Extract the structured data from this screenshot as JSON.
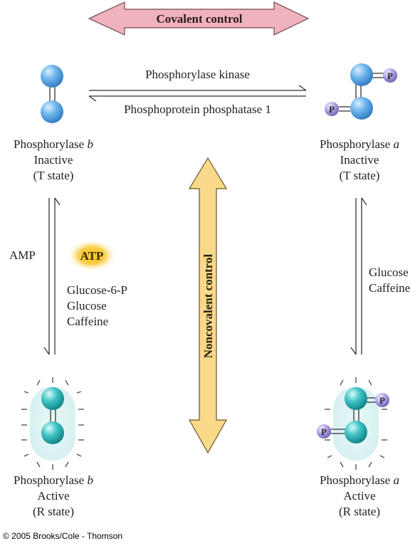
{
  "banner": {
    "covalent_label": "Covalent control",
    "noncovalent_label": "Noncovalent control"
  },
  "top_reaction": {
    "forward_label": "Phosphorylase kinase",
    "reverse_label": "Phosphoprotein phosphatase 1"
  },
  "states": {
    "b_inactive": {
      "name": "Phosphorylase",
      "letter": "b",
      "line2": "Inactive",
      "line3": "(T state)"
    },
    "a_inactive": {
      "name": "Phosphorylase",
      "letter": "a",
      "line2": "Inactive",
      "line3": "(T state)"
    },
    "b_active": {
      "name": "Phosphorylase",
      "letter": "b",
      "line2": "Active",
      "line3": "(R state)"
    },
    "a_active": {
      "name": "Phosphorylase",
      "letter": "a",
      "line2": "Active",
      "line3": "(R state)"
    }
  },
  "left_equilibrium": {
    "activator": "AMP",
    "atp_label": "ATP",
    "inhibitors": [
      "Glucose-6-P",
      "Glucose",
      "Caffeine"
    ]
  },
  "right_equilibrium": {
    "inhibitors": [
      "Glucose",
      "Caffeine"
    ]
  },
  "phospho_label": "P",
  "copyright": "© 2005 Brooks/Cole - Thomson",
  "colors": {
    "covalent_arrow": "#f0b2bc",
    "noncovalent_arrow": "#f9d98a",
    "subunit_inactive": "#5aa9e6",
    "subunit_active": "#33b8b8",
    "phosphate": "#9b8fd6",
    "atp_glow": "#f2c21e"
  }
}
